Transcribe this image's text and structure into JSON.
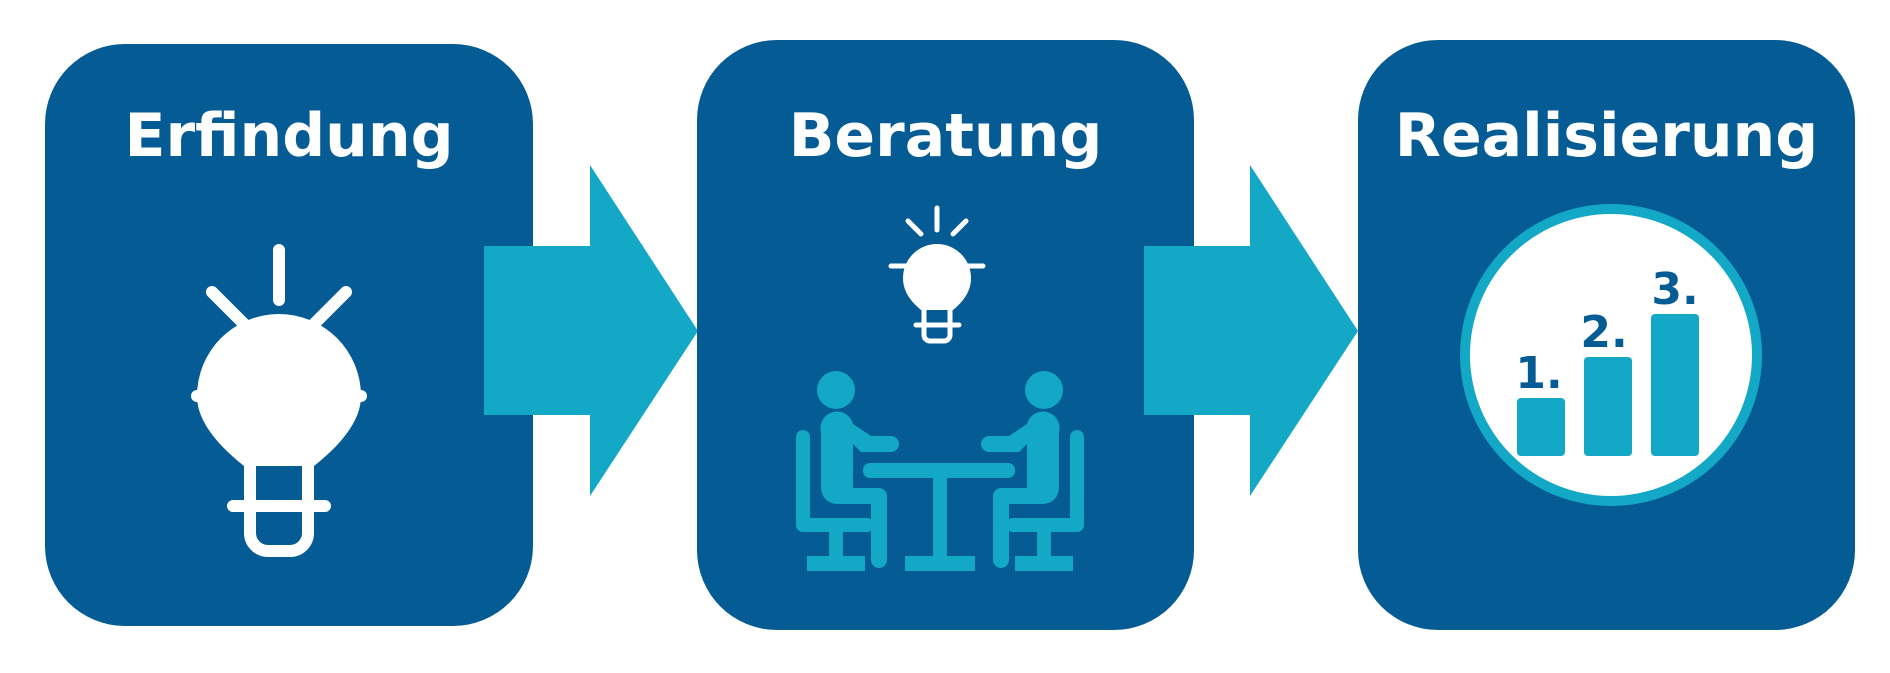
{
  "colors": {
    "card_bg": "#055b94",
    "accent": "#13a8c5",
    "light": "#ffffff",
    "bar_label": "#055b94"
  },
  "steps": [
    {
      "title": "Erfindung",
      "icon": "lightbulb-icon"
    },
    {
      "title": "Beratung",
      "icon": "consultation-meeting-icon"
    },
    {
      "title": "Realisierung",
      "icon": "ranking-podium-icon"
    }
  ],
  "podium": {
    "labels": [
      "1.",
      "2.",
      "3."
    ]
  },
  "connectors": [
    {
      "icon": "right-arrow-icon"
    },
    {
      "icon": "right-arrow-icon"
    }
  ]
}
